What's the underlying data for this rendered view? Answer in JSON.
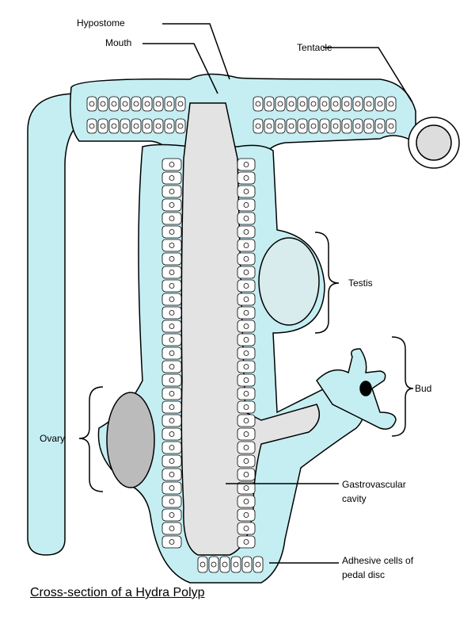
{
  "title": "Cross-section of a Hydra Polyp",
  "labels": {
    "hypostome": "Hypostome",
    "mouth": "Mouth",
    "tentacle": "Tentacle",
    "testis": "Testis",
    "bud": "Bud",
    "ovary": "Ovary",
    "gastrovascular_1": "Gastrovascular",
    "gastrovascular_2": "cavity",
    "adhesive_1": "Adhesive cells of",
    "adhesive_2": "pedal disc"
  },
  "colors": {
    "ectoderm": "#c5eef2",
    "cavity": "#e3e3e3",
    "outline": "#000000"
  }
}
